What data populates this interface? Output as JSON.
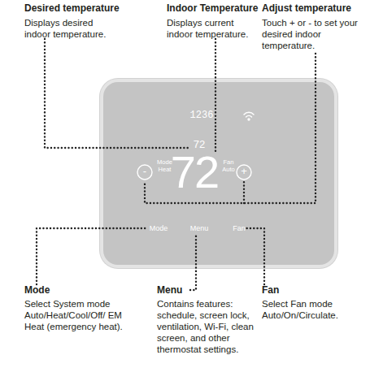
{
  "diagram": {
    "nodes": [
      {
        "text": [
          "1236",
          "72",
          "Mode Heat",
          "72",
          "Fan Auto",
          "Mode",
          "Menu",
          "Fan"
        ]
      },
      {
        "text": [
          "-"
        ],
        "in": 0
      },
      {
        "text": [
          "+"
        ],
        "in": 0
      }
    ],
    "labels": [
      "Desired temperature",
      "Displays desired indoor temperature.",
      "Indoor Temperature",
      "Displays current indoor temperature.",
      "Adjust temperature",
      "Touch + or - to set your desired indoor temperature.",
      "Mode",
      "Select System mode Auto/Heat/Cool/Off/ EM Heat (emergency heat).",
      "Menu",
      "Contains features: schedule, screen lock, ventilation, Wi-Fi, clean screen, and other thermostat settings.",
      "Fan",
      "Select Fan mode Auto/On/Circulate."
    ]
  }
}
